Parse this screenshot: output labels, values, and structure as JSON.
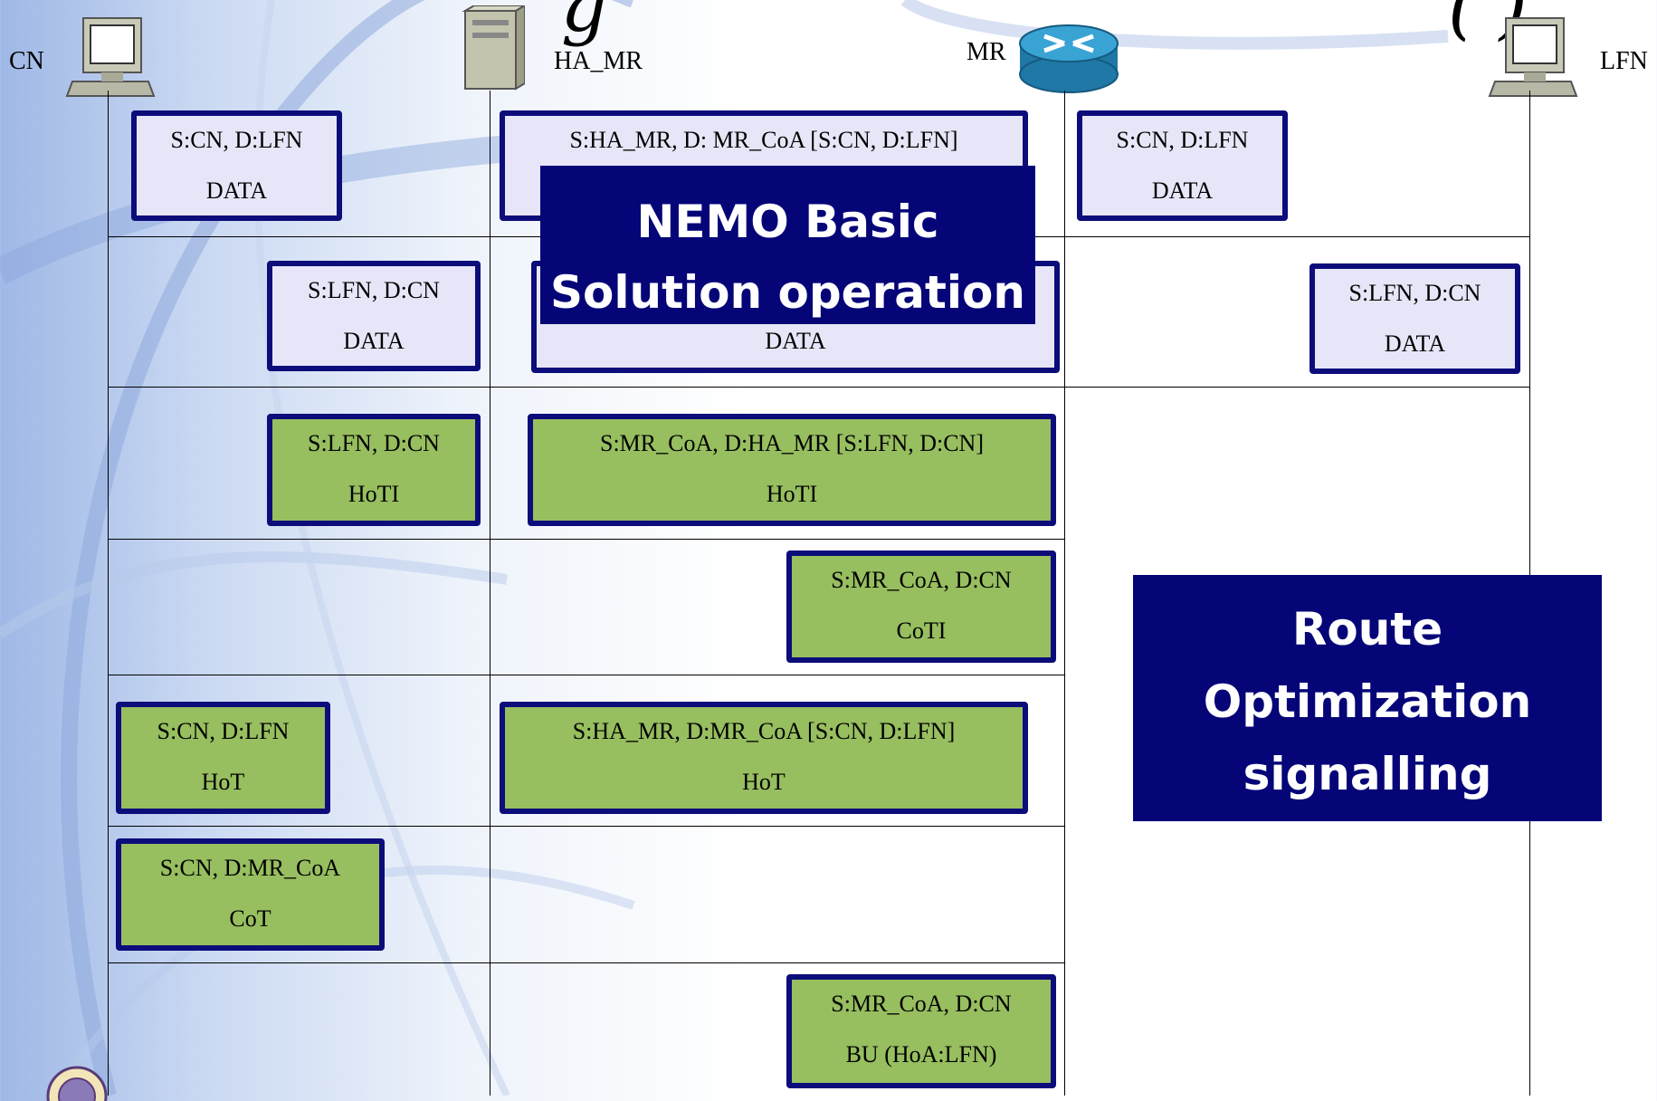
{
  "nodes": {
    "cn": "CN",
    "ha_mr": "HA_MR",
    "mr": "MR",
    "lfn": "LFN"
  },
  "messages": [
    {
      "l1": "S:CN, D:LFN",
      "l2": "DATA"
    },
    {
      "l1": "S:HA_MR, D: MR_CoA [S:CN, D:LFN]",
      "l2": ""
    },
    {
      "l1": "S:CN, D:LFN",
      "l2": "DATA"
    },
    {
      "l1": "S:LFN, D:CN",
      "l2": "DATA"
    },
    {
      "l1": "",
      "l2": "DATA"
    },
    {
      "l1": "S:LFN, D:CN",
      "l2": "DATA"
    },
    {
      "l1": "S:LFN, D:CN",
      "l2": "HoTI"
    },
    {
      "l1": "S:MR_CoA, D:HA_MR [S:LFN, D:CN]",
      "l2": "HoTI"
    },
    {
      "l1": "S:MR_CoA, D:CN",
      "l2": "CoTI"
    },
    {
      "l1": "S:CN, D:LFN",
      "l2": "HoT"
    },
    {
      "l1": "S:HA_MR, D:MR_CoA [S:CN, D:LFN]",
      "l2": "HoT"
    },
    {
      "l1": "S:CN, D:MR_CoA",
      "l2": "CoT"
    },
    {
      "l1": "S:MR_CoA, D:CN",
      "l2": "BU (HoA:LFN)"
    }
  ],
  "banners": {
    "nemo": [
      "NEMO Basic",
      "Solution operation"
    ],
    "ro": [
      "Route",
      "Optimization",
      "signalling"
    ]
  },
  "colors": {
    "border": "#0c0c7a",
    "data_fill": "#e6e6f8",
    "signalling_fill": "#97be5f",
    "banner": "#050578"
  },
  "icons": [
    "computer-icon",
    "server-icon",
    "router-icon",
    "computer-icon",
    "university-seal-icon"
  ]
}
